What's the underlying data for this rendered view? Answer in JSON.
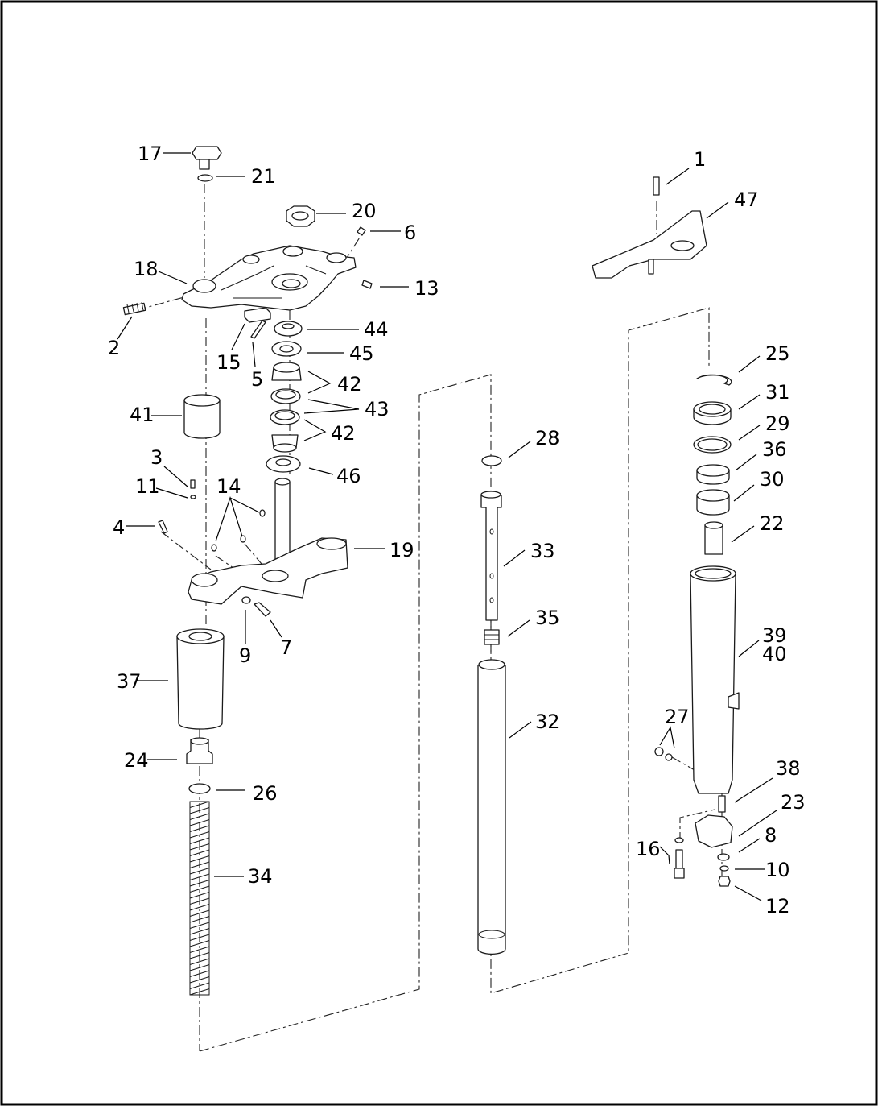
{
  "callouts": [
    {
      "id": "c17",
      "text": "17"
    },
    {
      "id": "c21",
      "text": "21"
    },
    {
      "id": "c20",
      "text": "20"
    },
    {
      "id": "c6",
      "text": "6"
    },
    {
      "id": "c18",
      "text": "18"
    },
    {
      "id": "c13",
      "text": "13"
    },
    {
      "id": "c2",
      "text": "2"
    },
    {
      "id": "c15",
      "text": "15"
    },
    {
      "id": "c5",
      "text": "5"
    },
    {
      "id": "c44",
      "text": "44"
    },
    {
      "id": "c45",
      "text": "45"
    },
    {
      "id": "c42a",
      "text": "42"
    },
    {
      "id": "c43",
      "text": "43"
    },
    {
      "id": "c42b",
      "text": "42"
    },
    {
      "id": "c46",
      "text": "46"
    },
    {
      "id": "c41",
      "text": "41"
    },
    {
      "id": "c3",
      "text": "3"
    },
    {
      "id": "c11",
      "text": "11"
    },
    {
      "id": "c14",
      "text": "14"
    },
    {
      "id": "c4",
      "text": "4"
    },
    {
      "id": "c19",
      "text": "19"
    },
    {
      "id": "c9",
      "text": "9"
    },
    {
      "id": "c7",
      "text": "7"
    },
    {
      "id": "c37",
      "text": "37"
    },
    {
      "id": "c24",
      "text": "24"
    },
    {
      "id": "c26",
      "text": "26"
    },
    {
      "id": "c34",
      "text": "34"
    },
    {
      "id": "c1",
      "text": "1"
    },
    {
      "id": "c47",
      "text": "47"
    },
    {
      "id": "c28",
      "text": "28"
    },
    {
      "id": "c33",
      "text": "33"
    },
    {
      "id": "c35",
      "text": "35"
    },
    {
      "id": "c32",
      "text": "32"
    },
    {
      "id": "c25",
      "text": "25"
    },
    {
      "id": "c31",
      "text": "31"
    },
    {
      "id": "c29",
      "text": "29"
    },
    {
      "id": "c36",
      "text": "36"
    },
    {
      "id": "c30",
      "text": "30"
    },
    {
      "id": "c22",
      "text": "22"
    },
    {
      "id": "c39",
      "text": "39"
    },
    {
      "id": "c40",
      "text": "40"
    },
    {
      "id": "c27",
      "text": "27"
    },
    {
      "id": "c38",
      "text": "38"
    },
    {
      "id": "c23",
      "text": "23"
    },
    {
      "id": "c8",
      "text": "8"
    },
    {
      "id": "c16",
      "text": "16"
    },
    {
      "id": "c10",
      "text": "10"
    },
    {
      "id": "c12",
      "text": "12"
    }
  ]
}
